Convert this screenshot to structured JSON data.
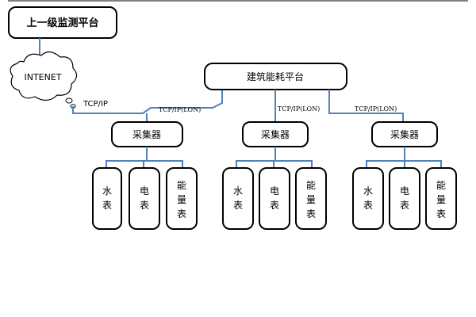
{
  "upper_platform": "上一级监测平台",
  "internet": "INTENET",
  "internet_link": "TCP/IP",
  "building_platform": "建筑能耗平台",
  "link_label": "TCP/IP(LON)",
  "collectors": [
    {
      "label": "采集器",
      "meters": [
        "水表",
        "电表",
        "能量表"
      ]
    },
    {
      "label": "采集器",
      "meters": [
        "水表",
        "电表",
        "能量表"
      ]
    },
    {
      "label": "采集器",
      "meters": [
        "水表",
        "电表",
        "能量表"
      ]
    }
  ],
  "colors": {
    "wire": "#4f81bd",
    "stroke": "#000000"
  }
}
